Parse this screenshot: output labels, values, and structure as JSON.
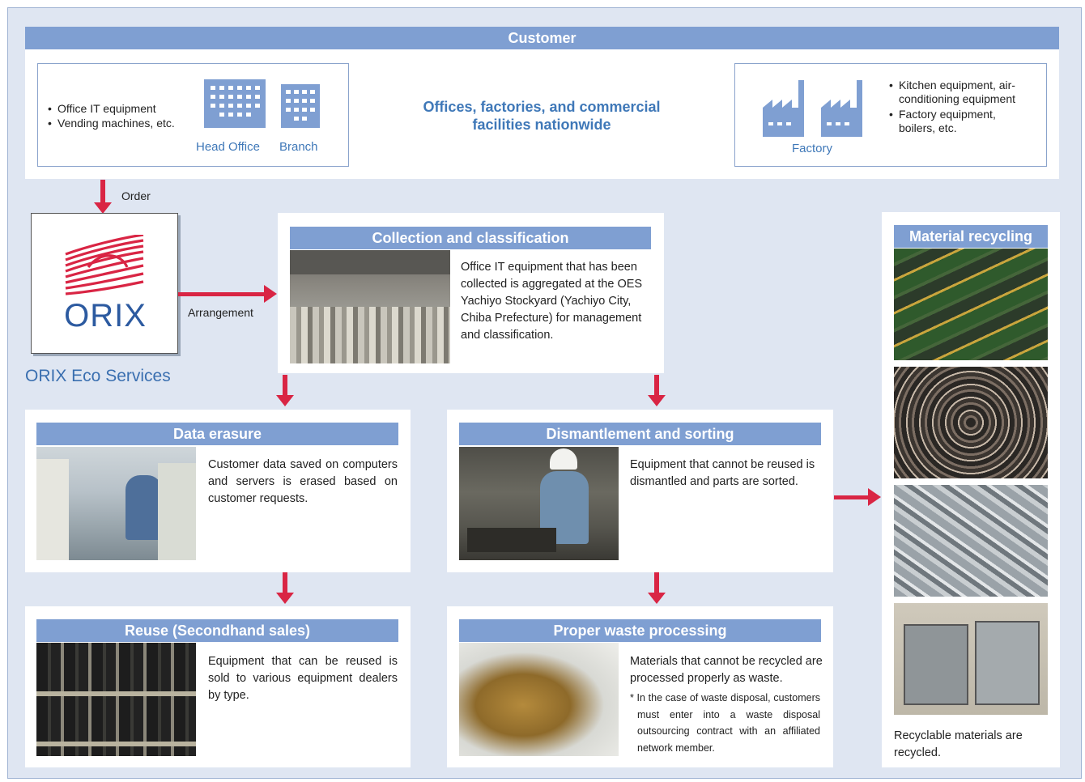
{
  "customer": {
    "header": "Customer",
    "left_bullets": [
      "Office IT equipment",
      "Vending machines, etc."
    ],
    "head_office_label": "Head Office",
    "branch_label": "Branch",
    "center_text": "Offices, factories, and commercial facilities nationwide",
    "factory_label": "Factory",
    "right_bullets": [
      "Kitchen equipment, air-conditioning equipment",
      "Factory equipment, boilers, etc."
    ]
  },
  "order_label": "Order",
  "arrangement_label": "Arrangement",
  "company": {
    "logo_text": "ORIX",
    "name": "ORIX Eco Services"
  },
  "collection": {
    "title": "Collection and classification",
    "text": "Office IT equipment that has been collected is aggregated at the OES Yachiyo Stockyard (Yachiyo City, Chiba Prefecture) for management and classification."
  },
  "data_erasure": {
    "title": "Data erasure",
    "text": "Customer data saved on computers and servers is erased based on customer requests."
  },
  "dismantle": {
    "title": "Dismantlement and sorting",
    "text": "Equipment that cannot be reused is dismantled and parts are sorted."
  },
  "reuse": {
    "title": "Reuse (Secondhand sales)",
    "text": "Equipment that can be reused is sold to various equipment dealers by type."
  },
  "waste": {
    "title": "Proper waste processing",
    "text": "Materials that cannot be recycled are processed properly as waste.",
    "note": "* In the case of waste disposal, customers must enter into a waste disposal outsourcing contract with an affiliated network member."
  },
  "recycling": {
    "title": "Material recycling",
    "caption": "Recyclable materials are recycled."
  },
  "colors": {
    "accent_red": "#d92544",
    "header_blue": "#7f9fd2",
    "background": "#dfe6f2",
    "text_blue": "#3f78b8"
  }
}
